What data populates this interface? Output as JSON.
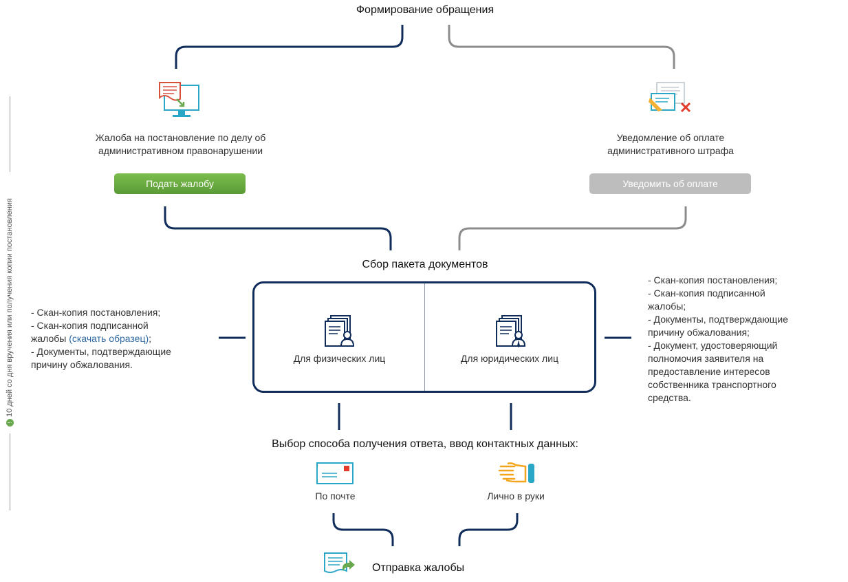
{
  "headings": {
    "forming": "Формирование обращения",
    "collect": "Сбор пакета документов",
    "choose": "Выбор способа получения ответа, ввод контактных данных:",
    "send": "Отправка жалобы"
  },
  "complaint": {
    "icon": "monitor-document-icon",
    "title_line1": "Жалоба на постановление по делу об",
    "title_line2": "административном правонарушении",
    "button": "Подать жалобу"
  },
  "payment": {
    "icon": "document-cancel-icon",
    "title_line1": "Уведомление об оплате",
    "title_line2": "административного штрафа",
    "button": "Уведомить об оплате"
  },
  "applicants": {
    "individual": {
      "icon": "documents-person-icon",
      "label": "Для физических лиц"
    },
    "legal": {
      "icon": "documents-business-person-icon",
      "label": "Для юридических лиц"
    }
  },
  "left_list": {
    "item1": "- Скан-копия постановления;",
    "item2a": "- Скан-копия подписанной",
    "item2b": "жалобы",
    "item2_link": "(скачать образец)",
    "item2_end": ";",
    "item3a": "- Документы, подтверждающие",
    "item3b": "причину обжалования."
  },
  "right_list": {
    "l1": "- Скан-копия постановления;",
    "l2": "- Скан-копия подписанной",
    "l3": "жалобы;",
    "l4": "- Документы, подтверждающие",
    "l5": "причину обжалования;",
    "l6": "- Документ, удостоверяющий",
    "l7": "полномочия заявителя на",
    "l8": "предоставление интересов",
    "l9": "собственника транспортного",
    "l10": "средства."
  },
  "delivery": {
    "mail": {
      "icon": "envelope-icon",
      "label": "По почте"
    },
    "hand": {
      "icon": "hand-icon",
      "label": "Лично в руки"
    }
  },
  "send_icon": "send-document-icon",
  "side_note": {
    "badge": "!",
    "text": "10 дней со дня вручения или получения копии постановления"
  },
  "colors": {
    "navy": "#0f2c5a",
    "gray_line": "#8c8c8c",
    "green_button": "#6aaa45",
    "gray_button": "#bdbdbd",
    "link": "#2d6aa6"
  }
}
